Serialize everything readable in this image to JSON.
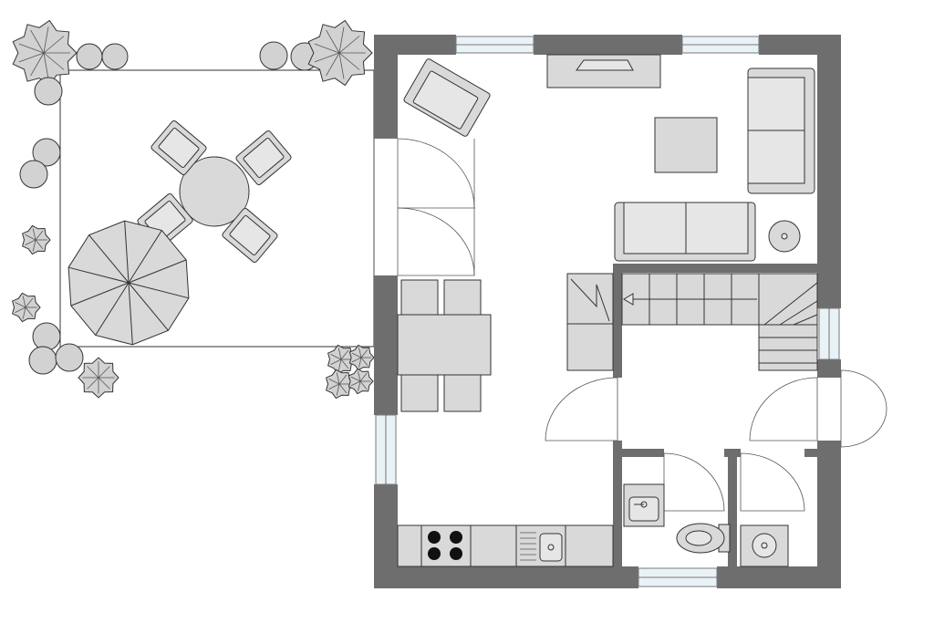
{
  "plan": {
    "colors": {
      "wall": "#6e6e6e",
      "furniture": "#d9d9d9",
      "window": "#e9f2f6",
      "background": "#ffffff"
    },
    "rooms": [
      "living-room",
      "dining-area",
      "kitchen",
      "stair-hall",
      "bathroom",
      "laundry",
      "terrace"
    ],
    "furniture": [
      "armchair",
      "fireplace",
      "coffee-table",
      "sofa-right",
      "sofa-bottom",
      "side-table",
      "dining-table",
      "dining-chairs",
      "kitchen-counter",
      "stove",
      "sink",
      "staircase",
      "washbasin",
      "toilet",
      "washing-machine",
      "patio-table",
      "patio-chairs",
      "parasol",
      "shrubs"
    ]
  }
}
